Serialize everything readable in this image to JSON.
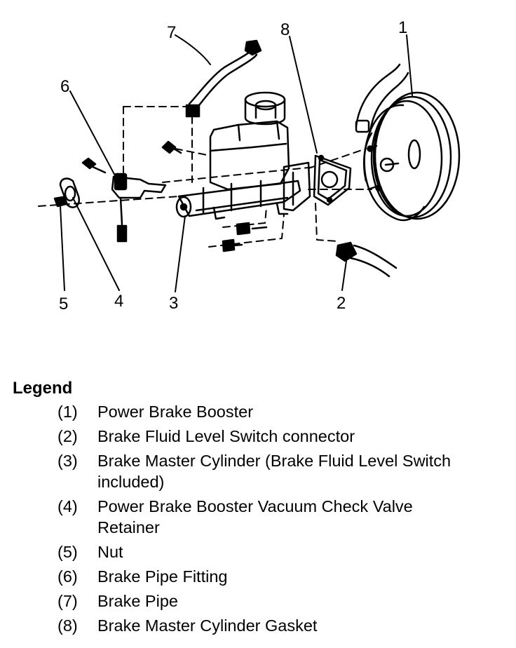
{
  "diagram": {
    "callouts": [
      "1",
      "2",
      "3",
      "4",
      "5",
      "6",
      "7",
      "8"
    ]
  },
  "legend": {
    "title": "Legend",
    "items": [
      {
        "num": "(1)",
        "text": "Power Brake Booster"
      },
      {
        "num": "(2)",
        "text": "Brake Fluid Level Switch connector"
      },
      {
        "num": "(3)",
        "text": "Brake Master Cylinder (Brake Fluid Level Switch included)"
      },
      {
        "num": "(4)",
        "text": "Power Brake Booster Vacuum Check Valve Retainer"
      },
      {
        "num": "(5)",
        "text": "Nut"
      },
      {
        "num": "(6)",
        "text": "Brake Pipe Fitting"
      },
      {
        "num": "(7)",
        "text": "Brake Pipe"
      },
      {
        "num": "(8)",
        "text": "Brake Master Cylinder Gasket"
      }
    ]
  }
}
